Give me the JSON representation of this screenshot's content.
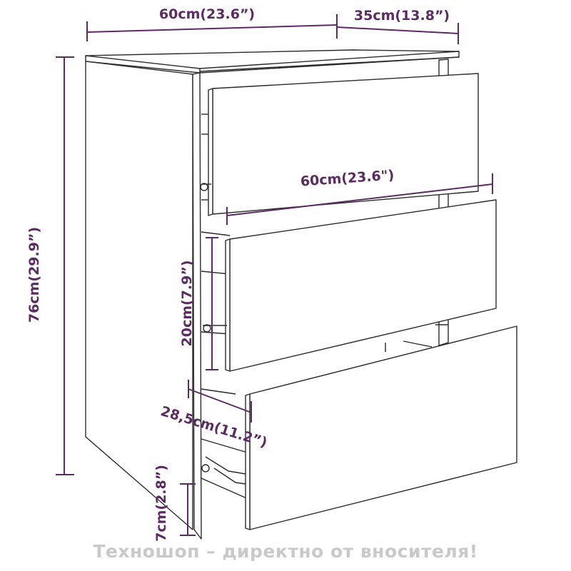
{
  "dimensions": {
    "top_width": "60cm(23.6”)",
    "top_depth": "35cm(13.8”)",
    "height": "76cm(29.9”)",
    "drawer_width": "60cm(23.6\")",
    "drawer_height": "20cm(7.9”)",
    "drawer_depth": "28,5cm(11.2”)",
    "leg_height": "7cm(2.8”)"
  },
  "watermark": "Техношоп – директно от вносителя!",
  "colors": {
    "dimension": "#5b2b63",
    "outline": "#2b2b2b",
    "watermark": "#c9c9c9"
  }
}
